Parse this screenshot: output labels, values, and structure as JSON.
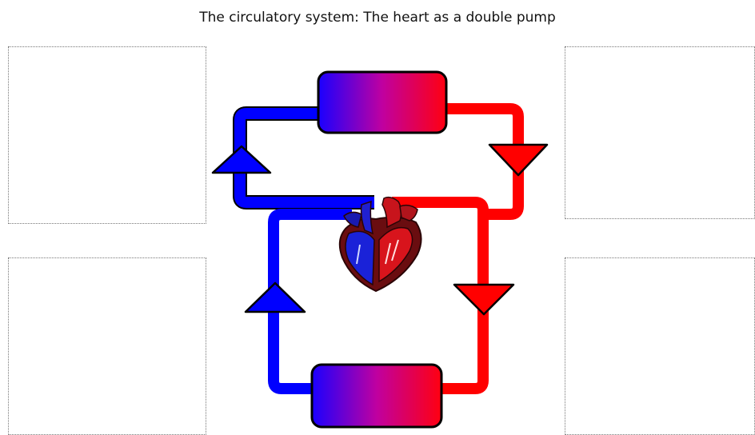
{
  "title": "The circulatory system: The heart as a double pump",
  "colors": {
    "deoxygenated": "#0000ff",
    "oxygenated": "#ff0000",
    "heart_dark": "#6a0d10",
    "heart_mid": "#a3141c"
  },
  "icons": [
    "arrow-up-icon",
    "arrow-down-icon",
    "heart-icon"
  ],
  "label_boxes": [
    "top-left",
    "bottom-left",
    "top-right",
    "bottom-right"
  ]
}
